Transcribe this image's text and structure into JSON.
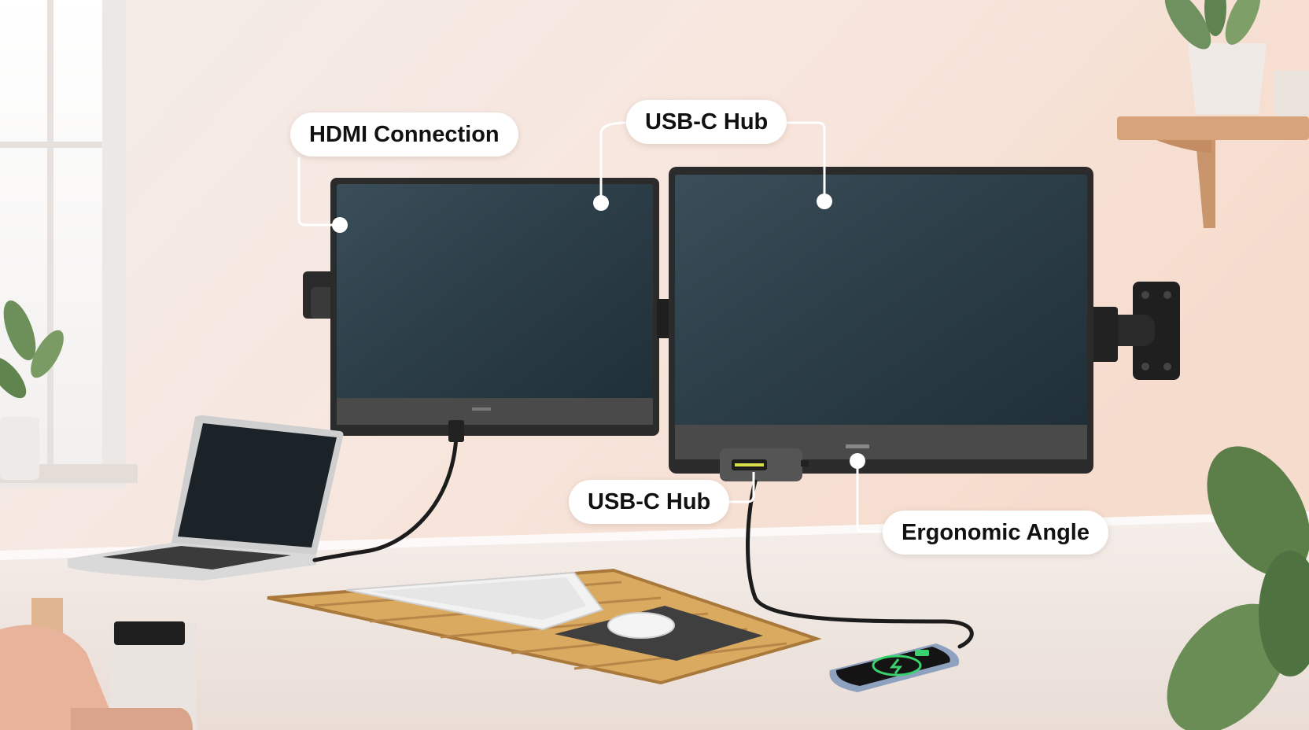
{
  "callouts": {
    "hdmi": "HDMI Connection",
    "usb_hub_top": "USB-C Hub",
    "usb_hub_bottom": "USB-C Hub",
    "ergonomic": "Ergonomic Angle"
  },
  "icons": [
    "wireless-charging-icon"
  ],
  "colors": {
    "wall": "#f6e6de",
    "screen": "#2a3b44",
    "callout_bg": "#ffffff",
    "callout_text": "#111111",
    "accent_green": "#3bd16f"
  }
}
